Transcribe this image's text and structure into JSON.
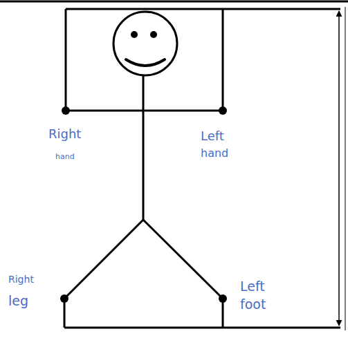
{
  "diagram": {
    "labels": [
      "Right",
      "hand",
      "Left",
      "hand",
      "Right",
      "leg",
      "Left",
      "foot"
    ]
  }
}
